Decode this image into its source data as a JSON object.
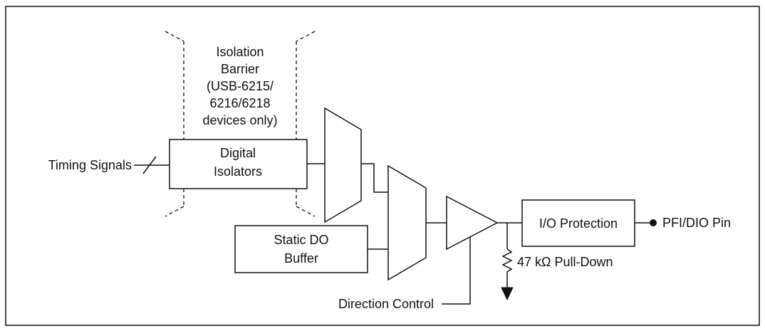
{
  "diagram": {
    "labels": {
      "timing_signals": "Timing Signals",
      "isolation_line1": "Isolation",
      "isolation_line2": "Barrier",
      "isolation_line3": "(USB-6215/",
      "isolation_line4": "6216/6218",
      "isolation_line5": "devices only)",
      "digital_isolators_line1": "Digital",
      "digital_isolators_line2": "Isolators",
      "static_do_line1": "Static DO",
      "static_do_line2": "Buffer",
      "io_protection": "I/O Protection",
      "pfi_dio_pin": "PFI/DIO Pin",
      "pull_down": "47 kΩ Pull-Down",
      "direction_control": "Direction Control"
    },
    "colors": {
      "line": "#111111",
      "background": "#ffffff"
    }
  }
}
